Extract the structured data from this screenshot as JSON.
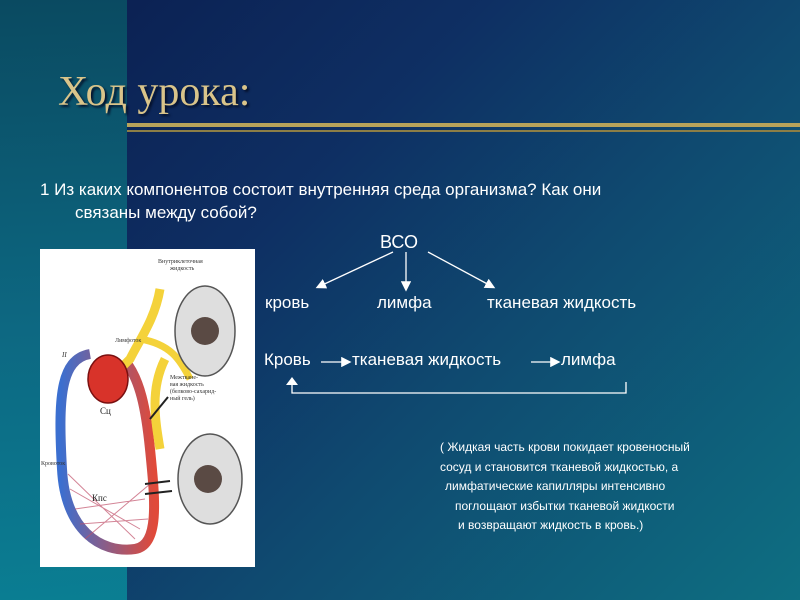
{
  "title": "Ход урока:",
  "question": {
    "line1": "1 Из каких  компонентов состоит внутренняя среда организма? Как они",
    "line2": "связаны между собой?"
  },
  "scheme": {
    "root": "ВСО",
    "children": [
      "кровь",
      "лимфа",
      "тканевая жидкость"
    ],
    "flow": [
      "Кровь",
      "тканевая жидкость",
      "лимфа"
    ]
  },
  "note": [
    "( Жидкая часть крови покидает кровеносный",
    "сосуд и становится тканевой жидкостью, а",
    "лимфатические капилляры интенсивно",
    "поглощают избытки тканевой жидкости",
    "и возвращают жидкость в кровь.)"
  ],
  "figure": {
    "labels": {
      "intracellular": "Внутриклеточная жидкость",
      "lymph_flow": "Лимфоток",
      "interstitial": "Межткане-вая жидкость (белково-сахарид-ный гель)",
      "heart": "Сц",
      "blood_flow": "Кровоток",
      "capillaries": "Кпс",
      "roman": "II"
    }
  },
  "colors": {
    "title": "#d9c48a",
    "rule": "#b7a35a"
  }
}
